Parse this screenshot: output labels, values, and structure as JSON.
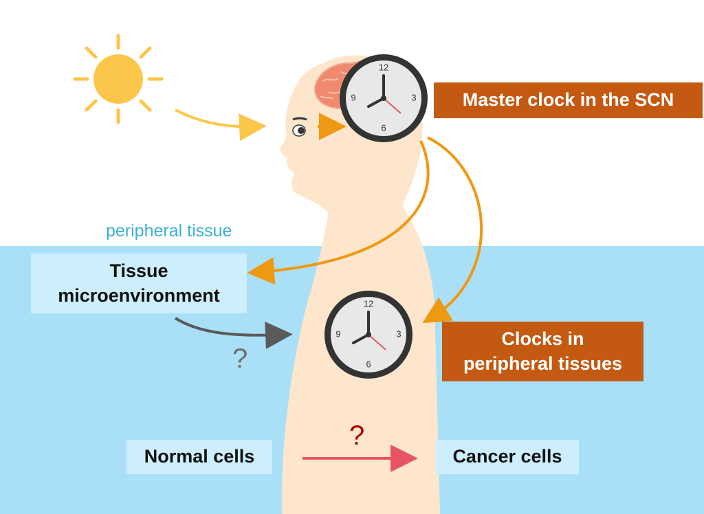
{
  "labels": {
    "master_clock": "Master clock in the SCN",
    "peripheral_tissue": "peripheral tissue",
    "tissue_micro_line1": "Tissue",
    "tissue_micro_line2": "microenvironment",
    "clocks_peripheral_line1": "Clocks in",
    "clocks_peripheral_line2": "peripheral tissues",
    "normal_cells": "Normal cells",
    "cancer_cells": "Cancer cells",
    "question_gray": "?",
    "question_red": "?"
  },
  "clock": {
    "n12": "12",
    "n3": "3",
    "n6": "6",
    "n9": "9"
  },
  "colors": {
    "sky": "#ffffff",
    "water": "#a9e0f8",
    "skin": "#fde6cc",
    "sun": "#fcc64a",
    "orange_arrow": "#ef9812",
    "gray_arrow": "#5a5a5a",
    "red_arrow": "#e65561",
    "box_orange": "#c45a12",
    "box_light": "#cdeefc",
    "brain": "#ef8a6e",
    "peripheral_text": "#3bb0d3"
  }
}
